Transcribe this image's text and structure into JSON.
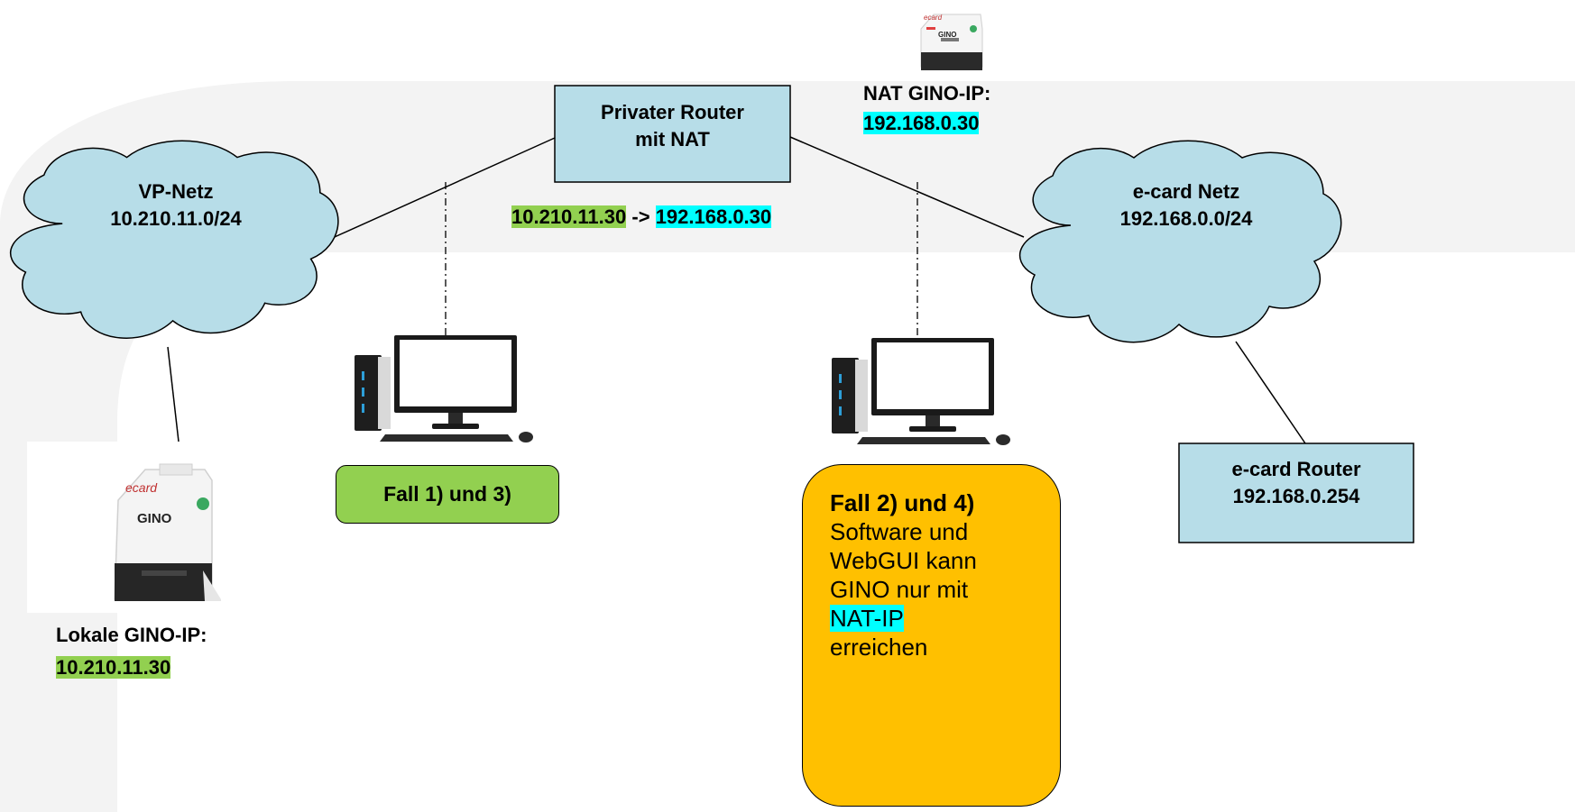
{
  "vp_cloud": {
    "title": "VP-Netz",
    "subnet": "10.210.11.0/24"
  },
  "ecard_cloud": {
    "title": "e-card Netz",
    "subnet": "192.168.0.0/24"
  },
  "private_router": {
    "line1": "Privater Router",
    "line2": "mit NAT"
  },
  "ecard_router": {
    "line1": "e-card Router",
    "line2": "192.168.0.254"
  },
  "nat_mapping": {
    "from": "10.210.11.30",
    "arrow": "->",
    "to": "192.168.0.30"
  },
  "nat_gino": {
    "label": "NAT GINO-IP:",
    "ip": "192.168.0.30"
  },
  "local_gino": {
    "label": "Lokale GINO-IP:",
    "ip": "10.210.11.30"
  },
  "device": {
    "brand": "ecard",
    "name": "GINO"
  },
  "case_left": {
    "label": "Fall 1) und 3)"
  },
  "case_right": {
    "title": "Fall 2) und 4)",
    "line1": "Software und",
    "line2": "WebGUI kann",
    "line3": "GINO nur mit",
    "nat_ip": "NAT-IP",
    "line5": "erreichen"
  },
  "colors": {
    "cloud": "#b7dde8",
    "router": "#b7dde8",
    "green": "#92d050",
    "cyan": "#00ffff",
    "orange": "#ffc000"
  }
}
